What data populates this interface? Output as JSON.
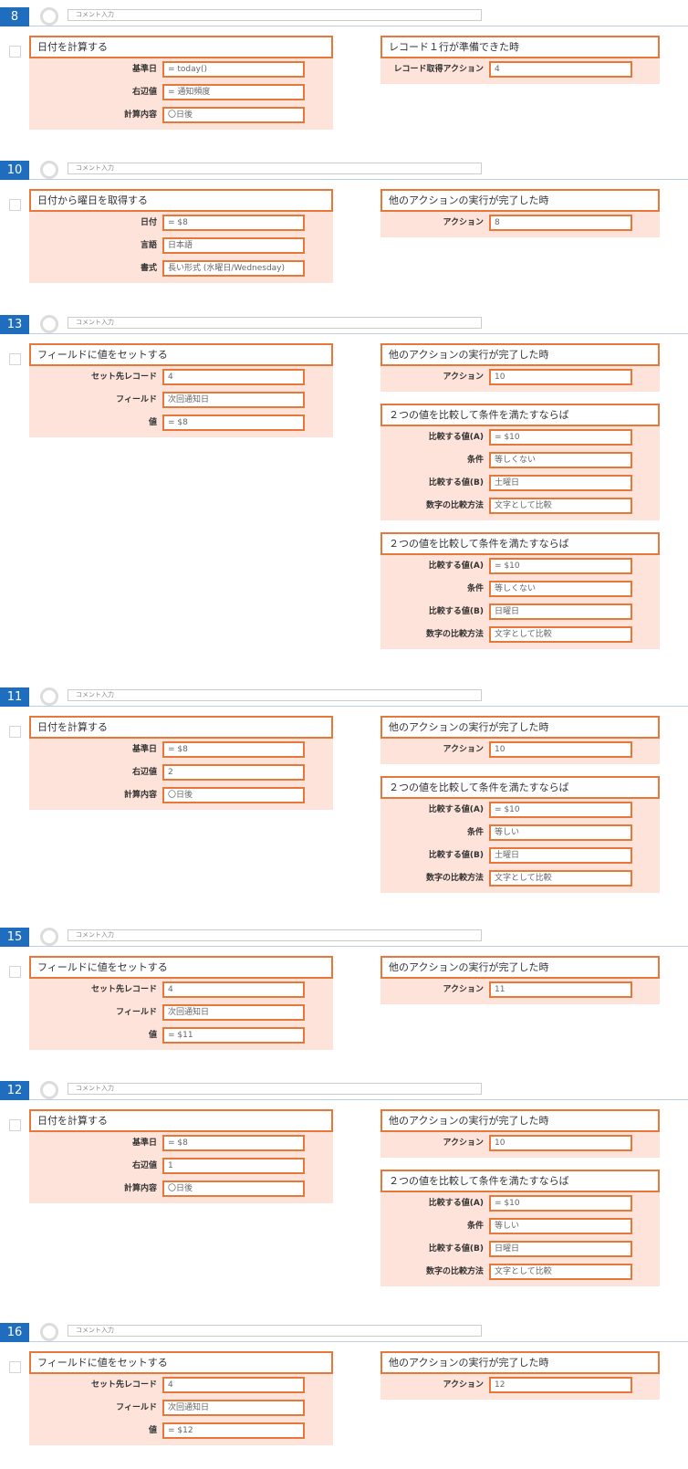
{
  "comment_placeholder": "コメント入力",
  "blocks": [
    {
      "number": "8",
      "left": {
        "title": "日付を計算する",
        "fields": [
          {
            "label": "基準日",
            "value": "= today()"
          },
          {
            "label": "右辺値",
            "value": "= 通知頻度"
          },
          {
            "label": "計算内容",
            "value": "〇日後"
          }
        ]
      },
      "right": [
        {
          "title": "レコード１行が準備できた時",
          "fields": [
            {
              "label": "レコード取得アクション",
              "value": "4"
            }
          ]
        }
      ]
    },
    {
      "number": "10",
      "left": {
        "title": "日付から曜日を取得する",
        "fields": [
          {
            "label": "日付",
            "value": "= $8"
          },
          {
            "label": "言語",
            "value": "日本語"
          },
          {
            "label": "書式",
            "value": "長い形式 (水曜日/Wednesday)"
          }
        ]
      },
      "right": [
        {
          "title": "他のアクションの実行が完了した時",
          "fields": [
            {
              "label": "アクション",
              "value": "8"
            }
          ]
        }
      ]
    },
    {
      "number": "13",
      "left": {
        "title": "フィールドに値をセットする",
        "fields": [
          {
            "label": "セット先レコード",
            "value": "4"
          },
          {
            "label": "フィールド",
            "value": "次回通知日"
          },
          {
            "label": "値",
            "value": "= $8"
          }
        ]
      },
      "right": [
        {
          "title": "他のアクションの実行が完了した時",
          "fields": [
            {
              "label": "アクション",
              "value": "10"
            }
          ]
        },
        {
          "title": "２つの値を比較して条件を満たすならば",
          "fields": [
            {
              "label": "比較する値(A)",
              "value": "= $10"
            },
            {
              "label": "条件",
              "value": "等しくない"
            },
            {
              "label": "比較する値(B)",
              "value": "土曜日"
            },
            {
              "label": "数字の比較方法",
              "value": "文字として比較"
            }
          ]
        },
        {
          "title": "２つの値を比較して条件を満たすならば",
          "fields": [
            {
              "label": "比較する値(A)",
              "value": "= $10"
            },
            {
              "label": "条件",
              "value": "等しくない"
            },
            {
              "label": "比較する値(B)",
              "value": "日曜日"
            },
            {
              "label": "数字の比較方法",
              "value": "文字として比較"
            }
          ]
        }
      ]
    },
    {
      "number": "11",
      "left": {
        "title": "日付を計算する",
        "fields": [
          {
            "label": "基準日",
            "value": "= $8"
          },
          {
            "label": "右辺値",
            "value": "2"
          },
          {
            "label": "計算内容",
            "value": "〇日後"
          }
        ]
      },
      "right": [
        {
          "title": "他のアクションの実行が完了した時",
          "fields": [
            {
              "label": "アクション",
              "value": "10"
            }
          ]
        },
        {
          "title": "２つの値を比較して条件を満たすならば",
          "fields": [
            {
              "label": "比較する値(A)",
              "value": "= $10"
            },
            {
              "label": "条件",
              "value": "等しい"
            },
            {
              "label": "比較する値(B)",
              "value": "土曜日"
            },
            {
              "label": "数字の比較方法",
              "value": "文字として比較"
            }
          ]
        }
      ]
    },
    {
      "number": "15",
      "left": {
        "title": "フィールドに値をセットする",
        "fields": [
          {
            "label": "セット先レコード",
            "value": "4"
          },
          {
            "label": "フィールド",
            "value": "次回通知日"
          },
          {
            "label": "値",
            "value": "= $11"
          }
        ]
      },
      "right": [
        {
          "title": "他のアクションの実行が完了した時",
          "fields": [
            {
              "label": "アクション",
              "value": "11"
            }
          ]
        }
      ]
    },
    {
      "number": "12",
      "left": {
        "title": "日付を計算する",
        "fields": [
          {
            "label": "基準日",
            "value": "= $8"
          },
          {
            "label": "右辺値",
            "value": "1"
          },
          {
            "label": "計算内容",
            "value": "〇日後"
          }
        ]
      },
      "right": [
        {
          "title": "他のアクションの実行が完了した時",
          "fields": [
            {
              "label": "アクション",
              "value": "10"
            }
          ]
        },
        {
          "title": "２つの値を比較して条件を満たすならば",
          "fields": [
            {
              "label": "比較する値(A)",
              "value": "= $10"
            },
            {
              "label": "条件",
              "value": "等しい"
            },
            {
              "label": "比較する値(B)",
              "value": "日曜日"
            },
            {
              "label": "数字の比較方法",
              "value": "文字として比較"
            }
          ]
        }
      ]
    },
    {
      "number": "16",
      "left": {
        "title": "フィールドに値をセットする",
        "fields": [
          {
            "label": "セット先レコード",
            "value": "4"
          },
          {
            "label": "フィールド",
            "value": "次回通知日"
          },
          {
            "label": "値",
            "value": "= $12"
          }
        ]
      },
      "right": [
        {
          "title": "他のアクションの実行が完了した時",
          "fields": [
            {
              "label": "アクション",
              "value": "12"
            }
          ]
        }
      ]
    }
  ]
}
